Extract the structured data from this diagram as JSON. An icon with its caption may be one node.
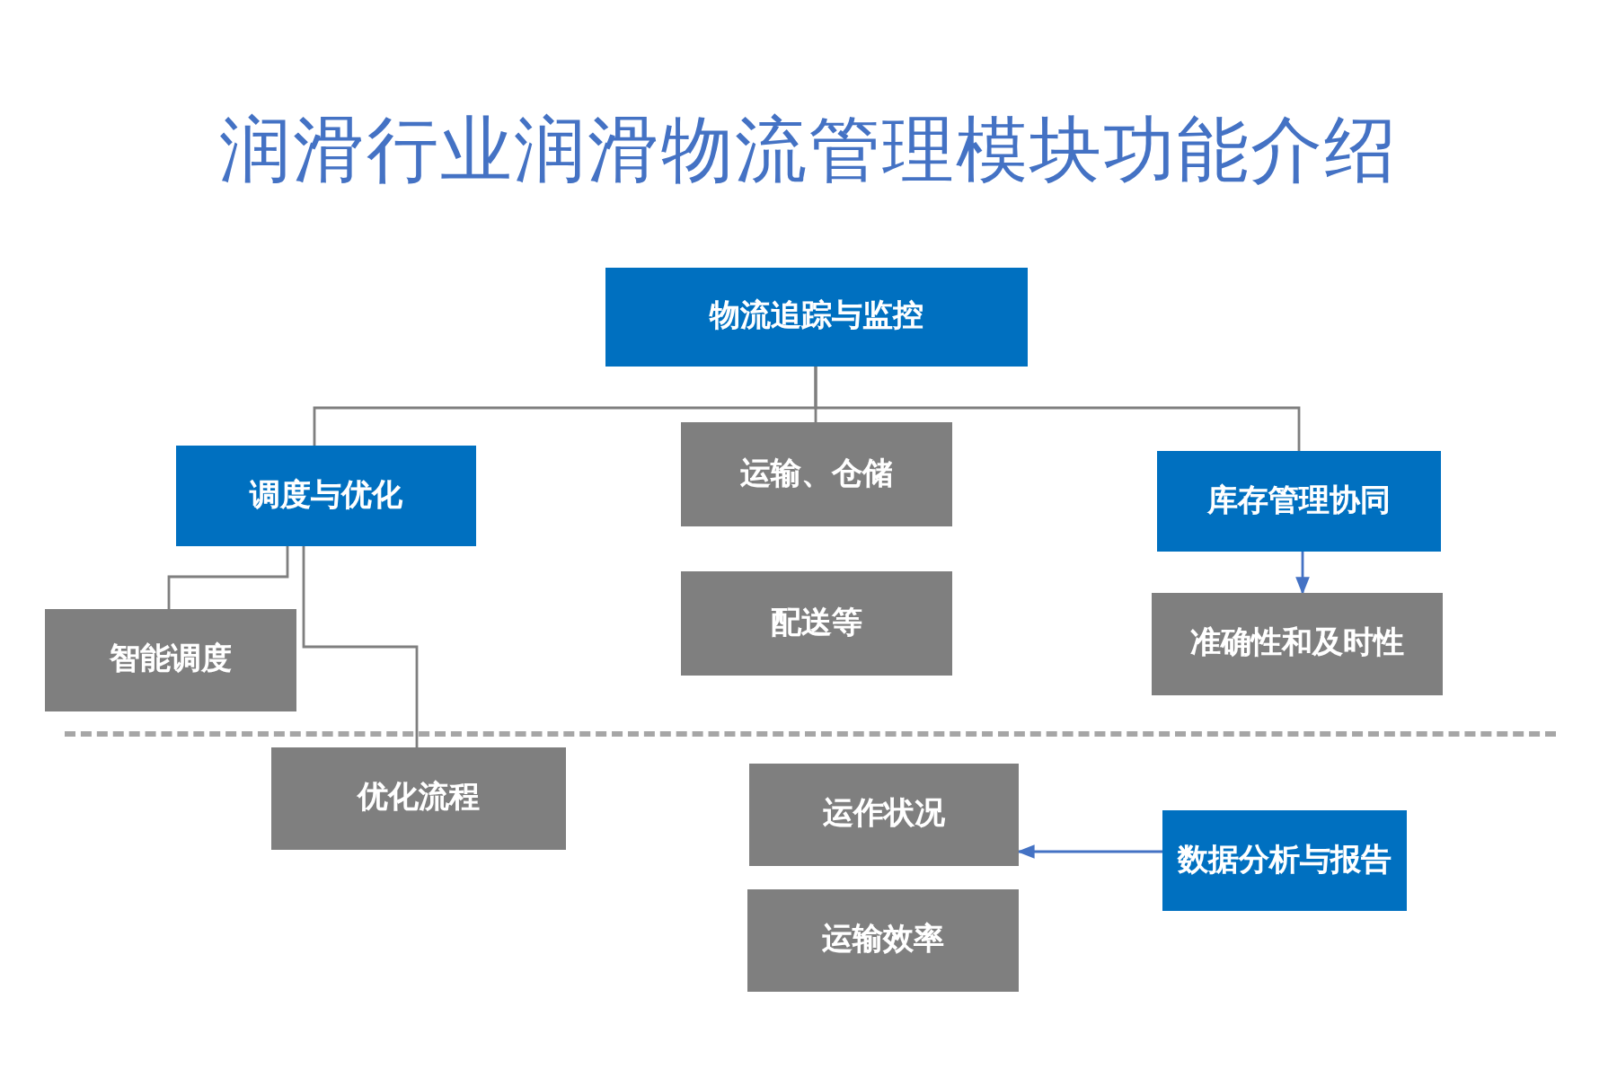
{
  "diagram": {
    "title": "润滑行业润滑物流管理模块功能介绍",
    "nodes": [
      {
        "text": [
          "物流追踪与监控"
        ]
      },
      {
        "text": [
          "调度与优化"
        ]
      },
      {
        "text": [
          "运输、仓储"
        ]
      },
      {
        "text": [
          "配送等"
        ]
      },
      {
        "text": [
          "库存管理协同"
        ]
      },
      {
        "text": [
          "智能调度"
        ]
      },
      {
        "text": [
          "优化流程"
        ]
      },
      {
        "text": [
          "准确性和及时性"
        ]
      },
      {
        "text": [
          "运作状况"
        ]
      },
      {
        "text": [
          "运输效率"
        ]
      },
      {
        "text": [
          "数据分析与报告"
        ]
      }
    ],
    "edges": [
      {
        "from": 0,
        "to": 1,
        "arrow": "none"
      },
      {
        "from": 0,
        "to": 2,
        "arrow": "none"
      },
      {
        "from": 0,
        "to": 4,
        "arrow": "none"
      },
      {
        "from": 1,
        "to": 5,
        "arrow": "none"
      },
      {
        "from": 1,
        "to": 6,
        "arrow": "none"
      },
      {
        "from": 4,
        "to": 7,
        "arrow": "to",
        "color": "#4472c4"
      },
      {
        "from": 10,
        "to": 8,
        "arrow": "to",
        "color": "#4472c4"
      }
    ]
  }
}
